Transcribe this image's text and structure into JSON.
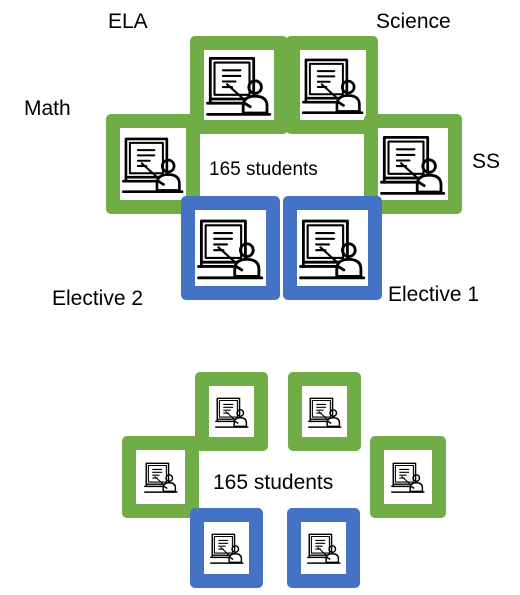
{
  "colors": {
    "core": "#70ad47",
    "elective": "#4472c4"
  },
  "icon": "teacher-at-board-icon",
  "top_diagram": {
    "center_text": "165 students",
    "labels": {
      "ela": "ELA",
      "science": "Science",
      "math": "Math",
      "ss": "SS",
      "elective2": "Elective 2",
      "elective1": "Elective 1"
    }
  },
  "bottom_diagram": {
    "center_text": "165 students"
  }
}
